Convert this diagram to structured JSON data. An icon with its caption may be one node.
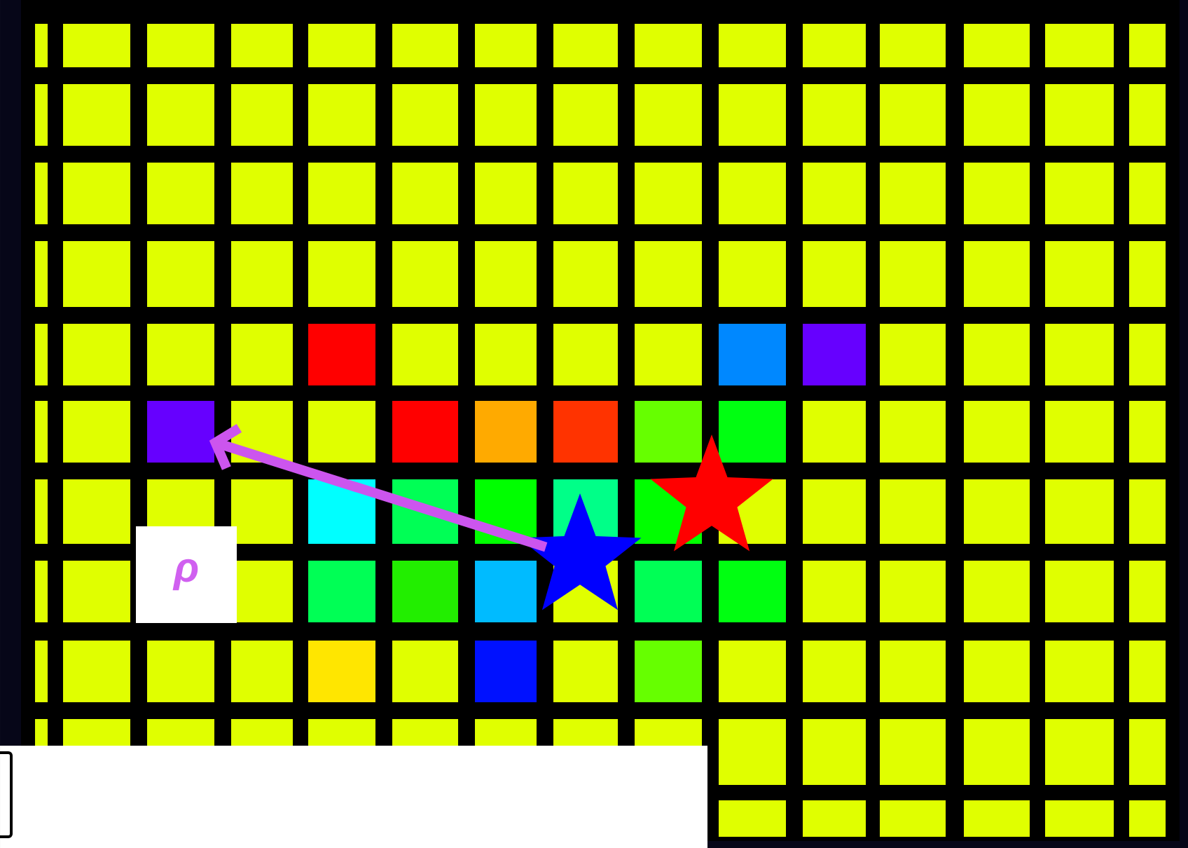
{
  "diagram": {
    "nodes": [
      {
        "text": [
          "ρ"
        ]
      },
      {
        "text": [],
        "shape": "box"
      },
      {
        "text": [],
        "shape": "star"
      },
      {
        "text": [],
        "shape": "star"
      }
    ],
    "edges": [
      {
        "from": 2,
        "to": 1,
        "arrow": "to",
        "color": "#cc55ee"
      }
    ]
  }
}
